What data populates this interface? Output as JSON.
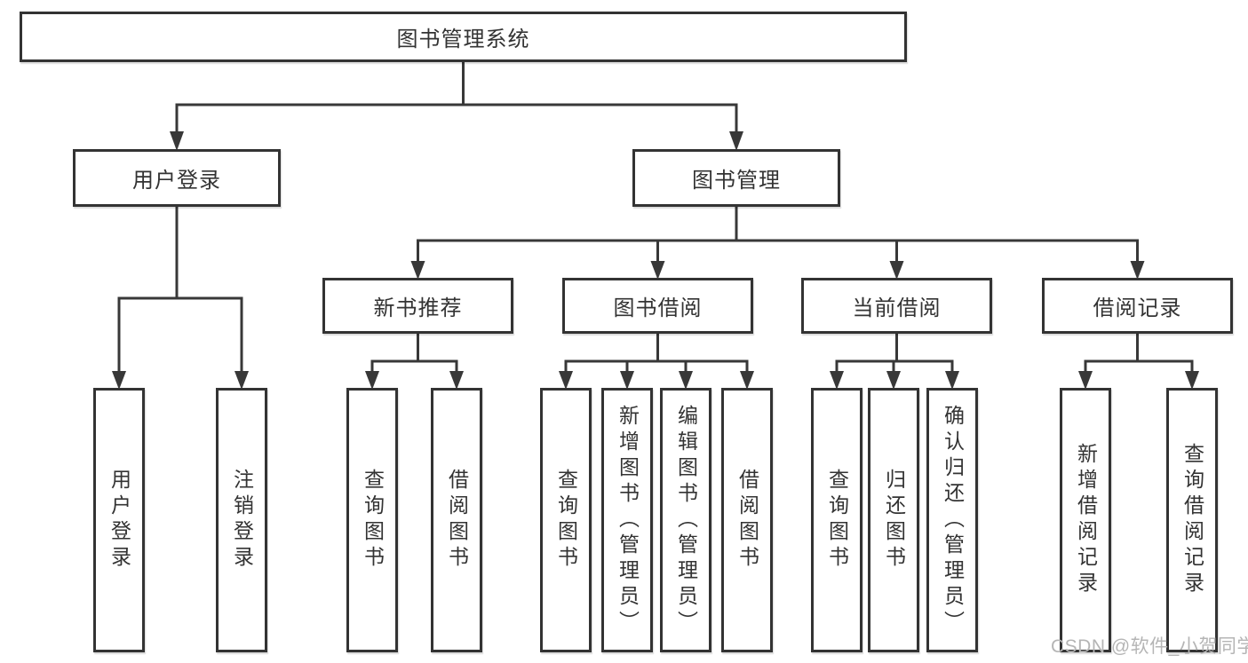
{
  "diagram": {
    "root": "图书管理系统",
    "level2": {
      "user_login": {
        "label": "用户登录",
        "children": [
          "用户登录",
          "注销登录"
        ]
      },
      "book_management": {
        "label": "图书管理",
        "children": {
          "new_books": {
            "label": "新书推荐",
            "children": [
              "查询图书",
              "借阅图书"
            ]
          },
          "borrowing": {
            "label": "图书借阅",
            "children": [
              "查询图书",
              "新增图书（管理员）",
              "编辑图书（管理员）",
              "借阅图书"
            ]
          },
          "current": {
            "label": "当前借阅",
            "children": [
              "查询图书",
              "归还图书",
              "确认归还（管理员）"
            ]
          },
          "records": {
            "label": "借阅记录",
            "children": [
              "新增借阅记录",
              "查询借阅记录"
            ]
          }
        }
      }
    }
  },
  "watermark": "CSDN @软件_小贺同学",
  "colors": {
    "line": "#383838",
    "border": "#333333",
    "text": "#333333",
    "watermark": "#b5b5b5",
    "background": "#ffffff"
  }
}
